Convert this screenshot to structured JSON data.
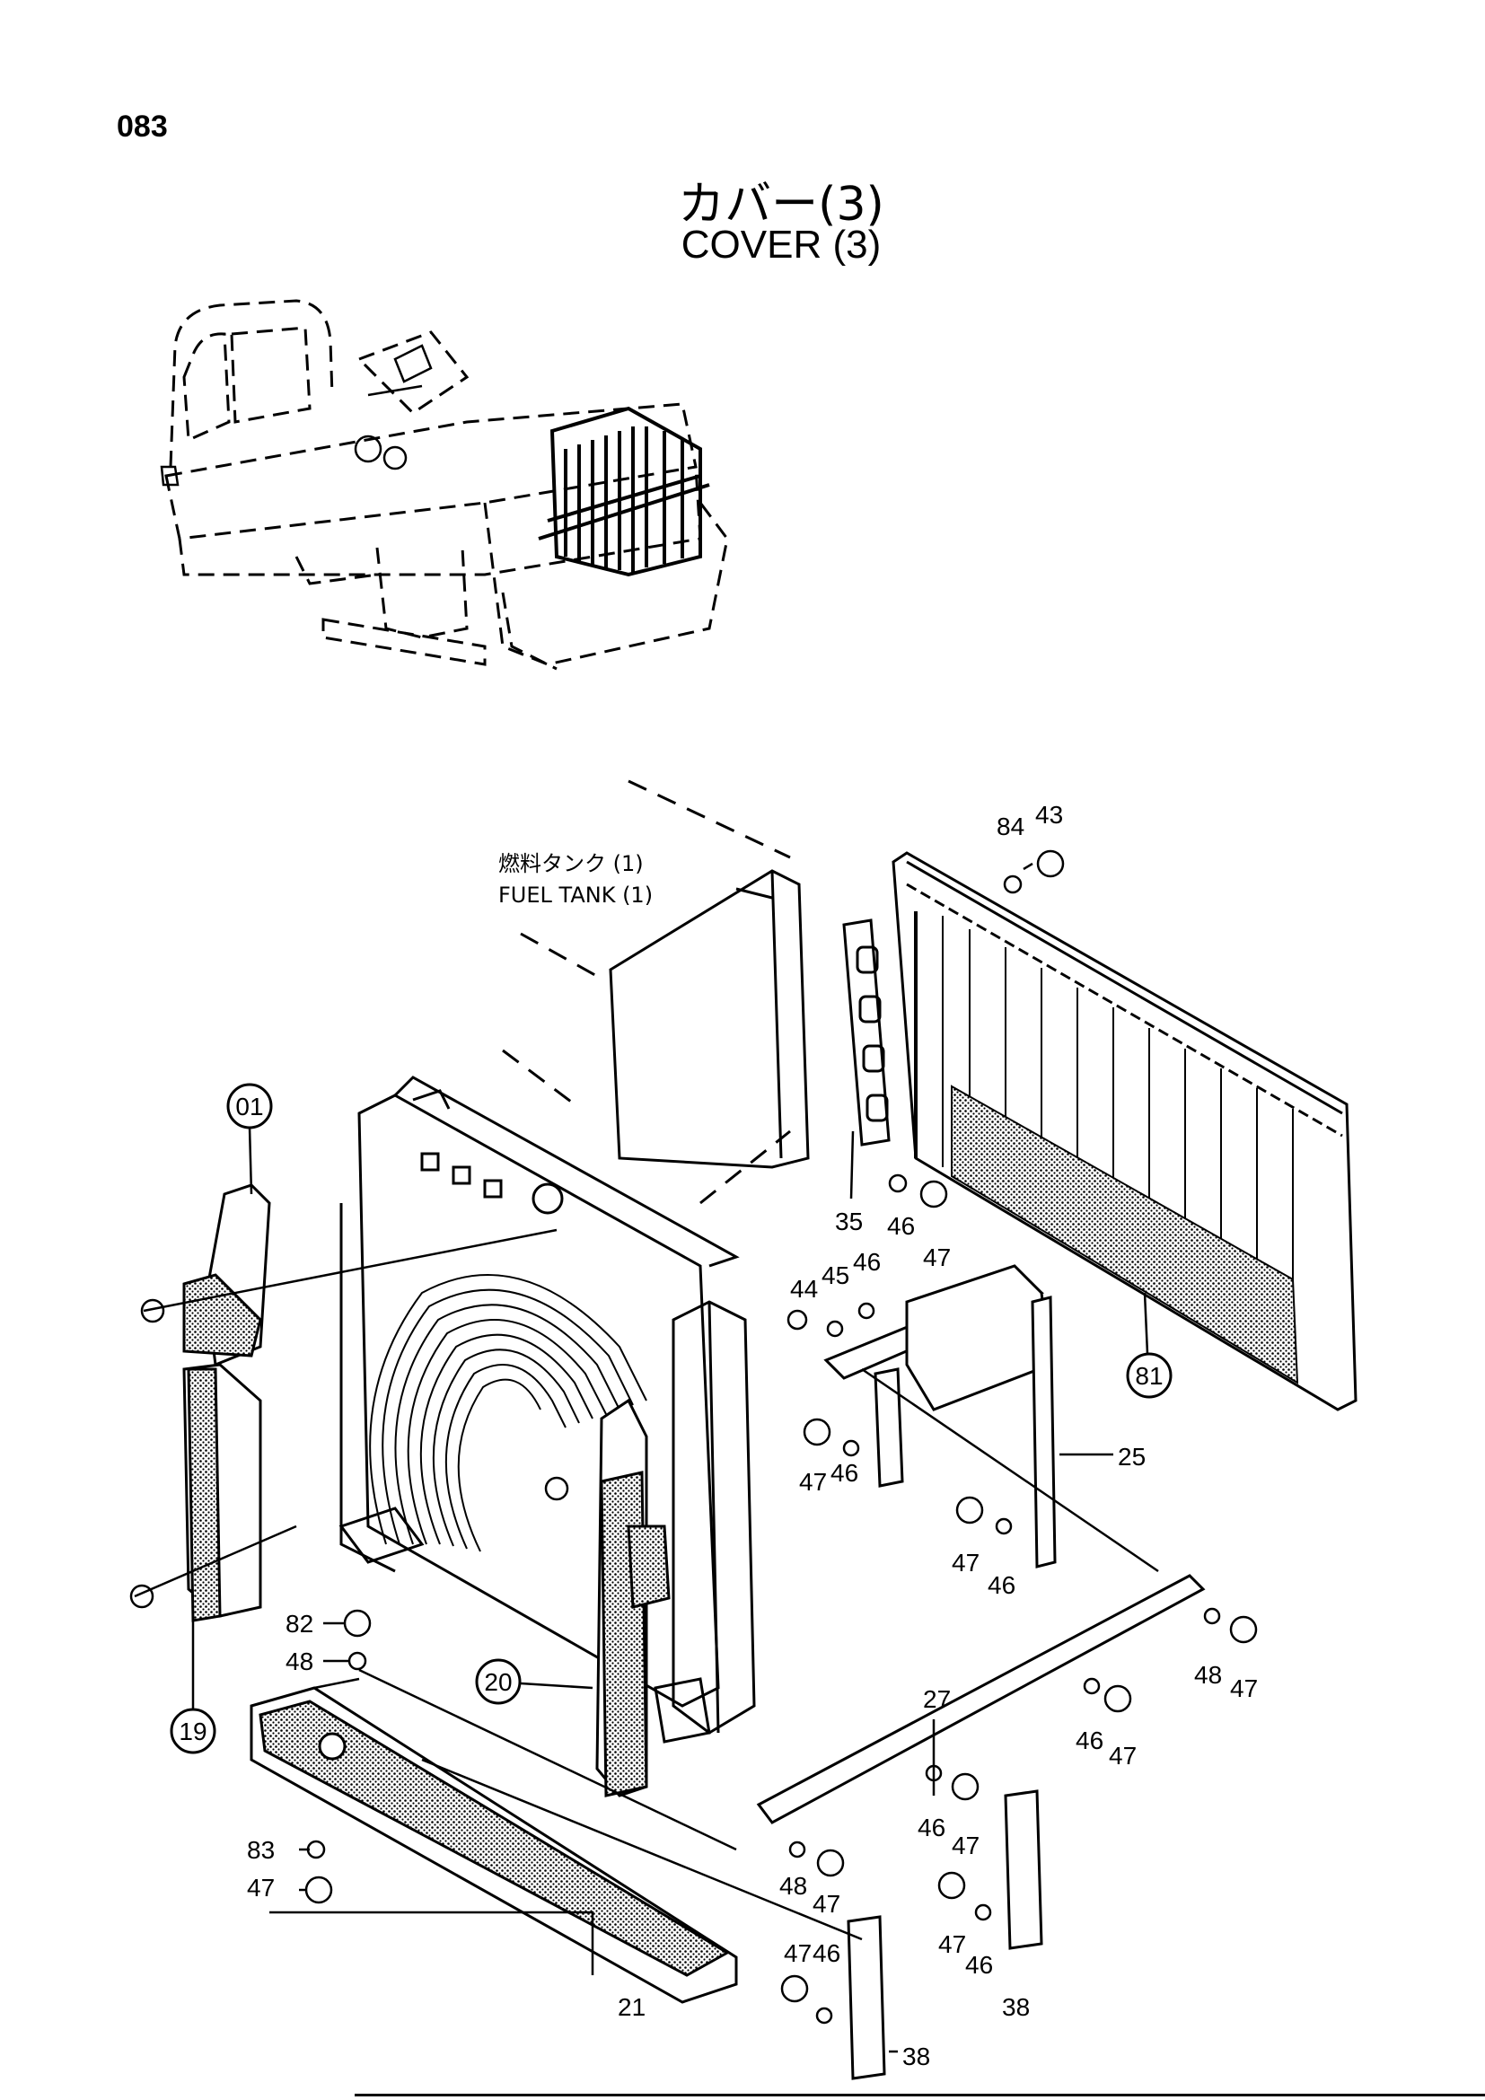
{
  "page_number": "083",
  "title_jp": "カバー(3)",
  "title_en": "COVER (3)",
  "reference_note": {
    "jp": "燃料タンク (1)",
    "en": "FUEL TANK (1)"
  },
  "parts": [
    {
      "label": "01",
      "circled": true
    },
    {
      "label": "19",
      "circled": true
    },
    {
      "label": "20",
      "circled": true
    },
    {
      "label": "81",
      "circled": true
    },
    {
      "label": "21",
      "circled": false
    },
    {
      "label": "25",
      "circled": false
    },
    {
      "label": "27",
      "circled": false
    },
    {
      "label": "35",
      "circled": false
    },
    {
      "label": "38",
      "circled": false
    },
    {
      "label": "43",
      "circled": false
    },
    {
      "label": "44",
      "circled": false
    },
    {
      "label": "45",
      "circled": false
    },
    {
      "label": "46",
      "circled": false
    },
    {
      "label": "47",
      "circled": false
    },
    {
      "label": "48",
      "circled": false
    },
    {
      "label": "82",
      "circled": false
    },
    {
      "label": "83",
      "circled": false
    },
    {
      "label": "84",
      "circled": false
    }
  ]
}
